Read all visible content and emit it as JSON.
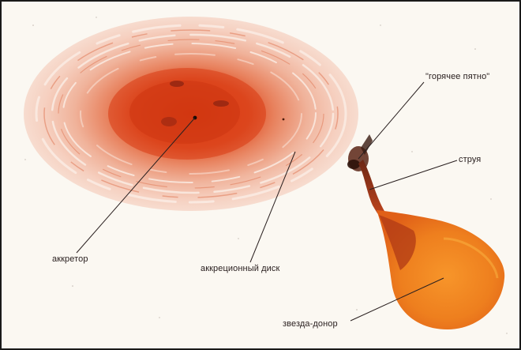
{
  "labels": {
    "hot_spot": "\"горячее пятно\"",
    "stream": "струя",
    "accretor": "аккретор",
    "disk": "аккреционный диск",
    "donor": "звезда-донор"
  }
}
